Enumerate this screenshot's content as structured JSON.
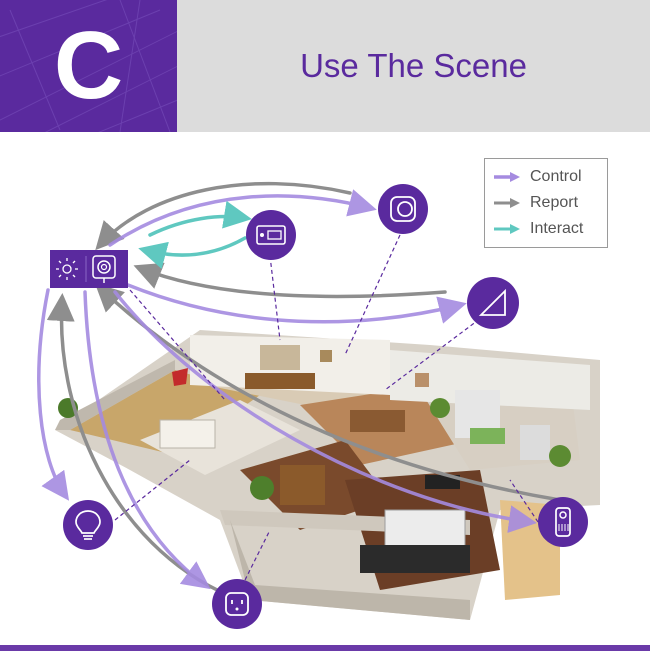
{
  "header": {
    "badge_letter": "C",
    "title": "Use The Scene"
  },
  "legend": {
    "items": [
      {
        "label": "Control",
        "color": "#a58be0"
      },
      {
        "label": "Report",
        "color": "#8e8e8e"
      },
      {
        "label": "Interact",
        "color": "#5fc8c0"
      }
    ]
  },
  "colors": {
    "brand_purple": "#5a2a9e",
    "control_arrow": "#a58be0",
    "report_arrow": "#8e8e8e",
    "interact_arrow": "#5fc8c0"
  },
  "devices": [
    {
      "id": "hub",
      "icon": "hub-icon"
    },
    {
      "id": "thermostat",
      "icon": "thermostat-icon"
    },
    {
      "id": "smart-plug",
      "icon": "smart-plug-icon"
    },
    {
      "id": "door-sensor",
      "icon": "door-sensor-icon"
    },
    {
      "id": "light-bulb",
      "icon": "light-bulb-icon"
    },
    {
      "id": "wall-outlet",
      "icon": "wall-outlet-icon"
    },
    {
      "id": "doorbell",
      "icon": "doorbell-icon"
    }
  ]
}
